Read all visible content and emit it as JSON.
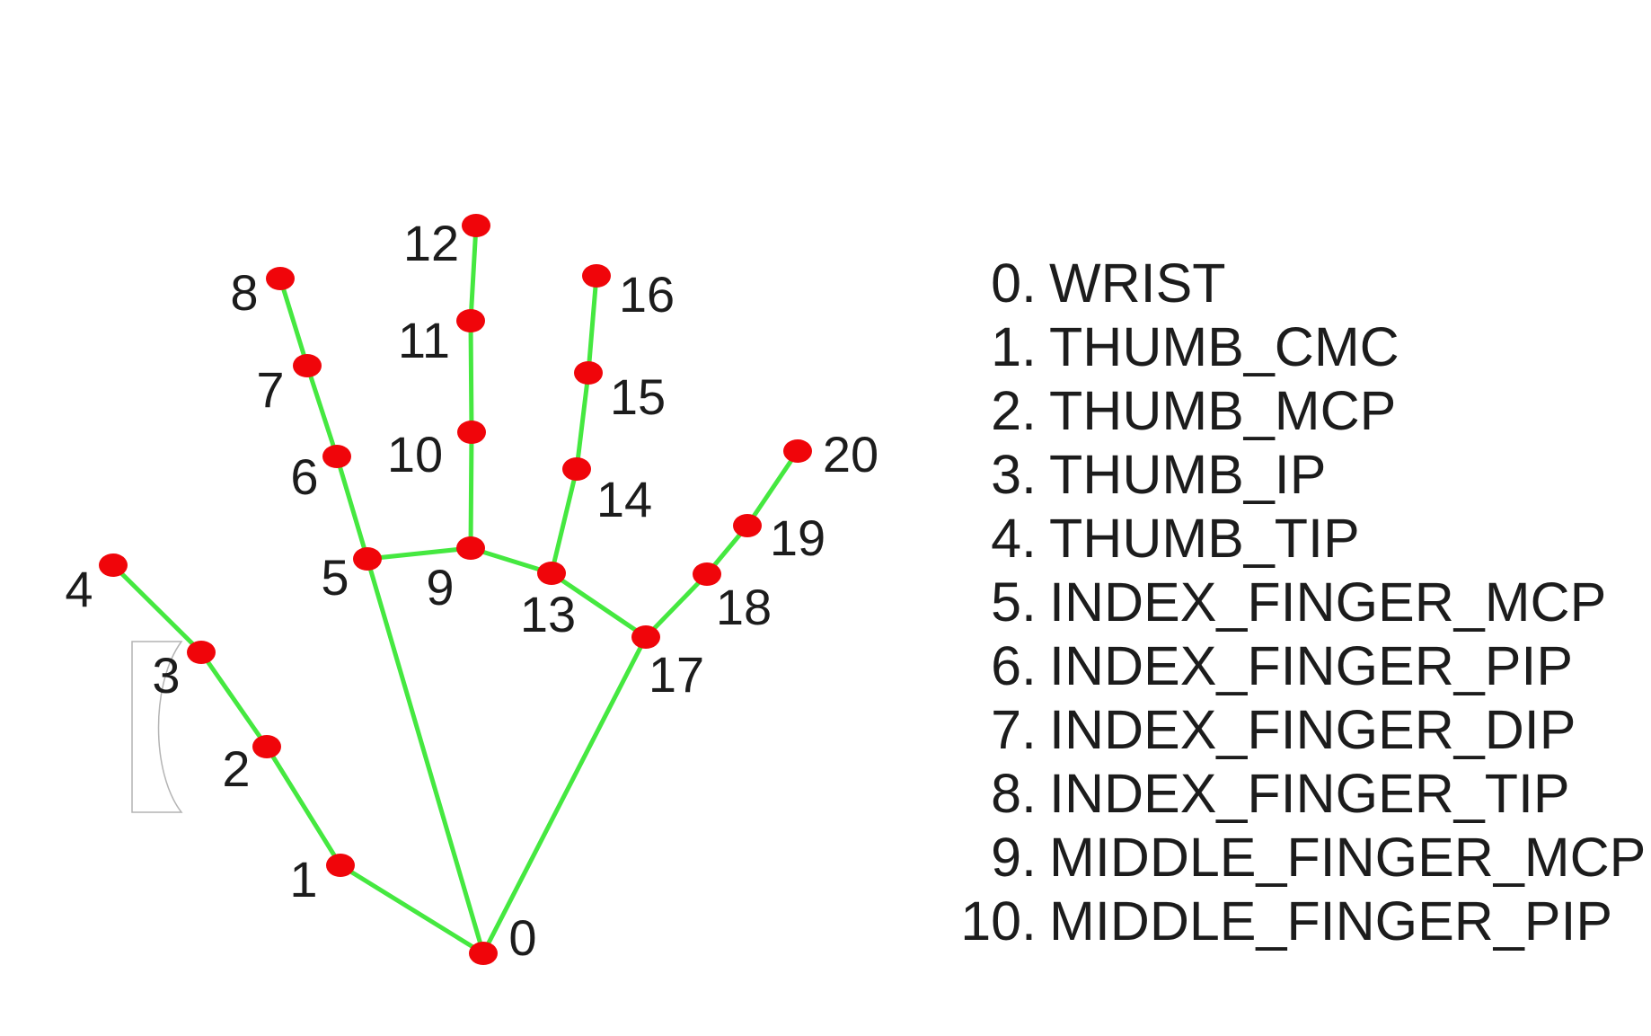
{
  "colors": {
    "background": "#ffffff",
    "connection": "#45e840",
    "landmark": "#f0050a",
    "text": "#1c1c1c"
  },
  "landmarks": [
    {
      "id": 0,
      "label": "0"
    },
    {
      "id": 1,
      "label": "1"
    },
    {
      "id": 2,
      "label": "2"
    },
    {
      "id": 3,
      "label": "3"
    },
    {
      "id": 4,
      "label": "4"
    },
    {
      "id": 5,
      "label": "5"
    },
    {
      "id": 6,
      "label": "6"
    },
    {
      "id": 7,
      "label": "7"
    },
    {
      "id": 8,
      "label": "8"
    },
    {
      "id": 9,
      "label": "9"
    },
    {
      "id": 10,
      "label": "10"
    },
    {
      "id": 11,
      "label": "11"
    },
    {
      "id": 12,
      "label": "12"
    },
    {
      "id": 13,
      "label": "13"
    },
    {
      "id": 14,
      "label": "14"
    },
    {
      "id": 15,
      "label": "15"
    },
    {
      "id": 16,
      "label": "16"
    },
    {
      "id": 17,
      "label": "17"
    },
    {
      "id": 18,
      "label": "18"
    },
    {
      "id": 19,
      "label": "19"
    },
    {
      "id": 20,
      "label": "20"
    }
  ],
  "connections": [
    [
      0,
      1
    ],
    [
      1,
      2
    ],
    [
      2,
      3
    ],
    [
      3,
      4
    ],
    [
      0,
      5
    ],
    [
      5,
      6
    ],
    [
      6,
      7
    ],
    [
      7,
      8
    ],
    [
      5,
      9
    ],
    [
      9,
      10
    ],
    [
      10,
      11
    ],
    [
      11,
      12
    ],
    [
      9,
      13
    ],
    [
      13,
      14
    ],
    [
      14,
      15
    ],
    [
      15,
      16
    ],
    [
      13,
      17
    ],
    [
      0,
      17
    ],
    [
      17,
      18
    ],
    [
      18,
      19
    ],
    [
      19,
      20
    ]
  ],
  "legend": [
    {
      "num": "0.",
      "name": "WRIST"
    },
    {
      "num": "1.",
      "name": "THUMB_CMC"
    },
    {
      "num": "2.",
      "name": "THUMB_MCP"
    },
    {
      "num": "3.",
      "name": "THUMB_IP"
    },
    {
      "num": "4.",
      "name": "THUMB_TIP"
    },
    {
      "num": "5.",
      "name": "INDEX_FINGER_MCP"
    },
    {
      "num": "6.",
      "name": "INDEX_FINGER_PIP"
    },
    {
      "num": "7.",
      "name": "INDEX_FINGER_DIP"
    },
    {
      "num": "8.",
      "name": "INDEX_FINGER_TIP"
    },
    {
      "num": "9.",
      "name": "MIDDLE_FINGER_MCP"
    },
    {
      "num": "10.",
      "name": "MIDDLE_FINGER_PIP"
    }
  ]
}
